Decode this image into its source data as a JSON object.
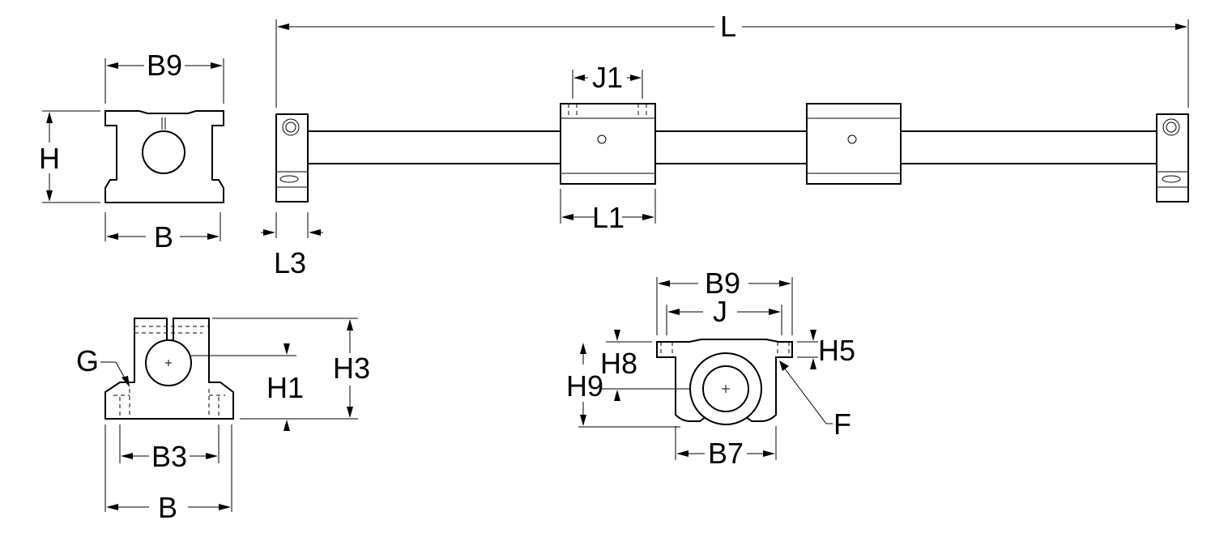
{
  "labels": {
    "L": "L",
    "J1": "J1",
    "L1": "L1",
    "L3": "L3",
    "B9_top": "B9",
    "H": "H",
    "B_top": "B",
    "G": "G",
    "H1": "H1",
    "H3": "H3",
    "B3": "B3",
    "B_bottom": "B",
    "B9_right": "B9",
    "J": "J",
    "H8": "H8",
    "H9": "H9",
    "H5": "H5",
    "F": "F",
    "B7": "B7"
  }
}
